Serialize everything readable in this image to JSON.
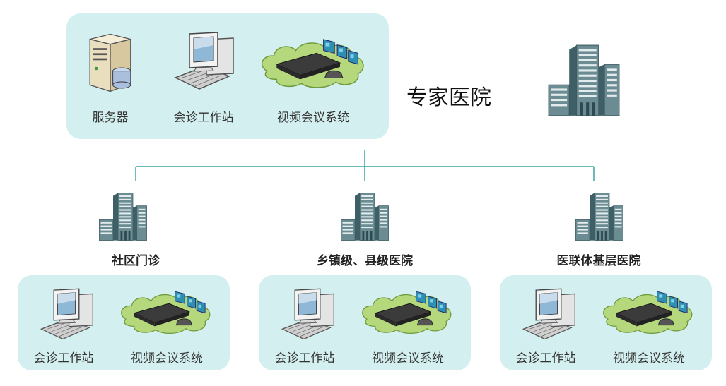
{
  "hq": {
    "title": "专家医院",
    "devices": [
      {
        "label": "服务器",
        "icon": "server-icon"
      },
      {
        "label": "会诊工作站",
        "icon": "workstation-icon"
      },
      {
        "label": "视频会议系统",
        "icon": "video-conference-icon"
      }
    ]
  },
  "branches": [
    {
      "title": "社区门诊",
      "devices": [
        {
          "label": "会诊工作站"
        },
        {
          "label": "视频会议系统"
        }
      ]
    },
    {
      "title": "乡镇级、县级医院",
      "devices": [
        {
          "label": "会诊工作站"
        },
        {
          "label": "视频会议系统"
        }
      ]
    },
    {
      "title": "医联体基层医院",
      "devices": [
        {
          "label": "会诊工作站"
        },
        {
          "label": "视频会议系统"
        }
      ]
    }
  ],
  "colors": {
    "panel": "#d3efef",
    "connector": "#3aa59f",
    "building": "#5d7f86"
  }
}
